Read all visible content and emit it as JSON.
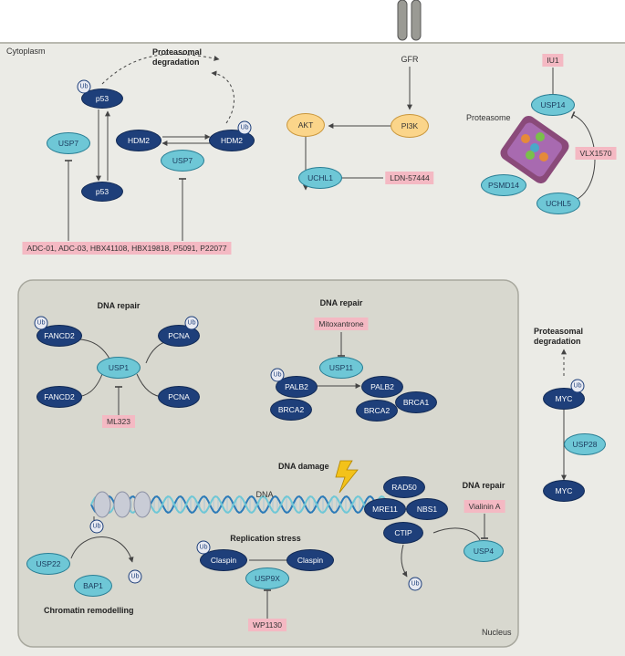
{
  "labels": {
    "cytoplasm": "Cytoplasm",
    "nucleus": "Nucleus",
    "gfr": "GFR",
    "proteasome": "Proteasome",
    "proteasomal_degradation_1": "Proteasomal degradation",
    "proteasomal_degradation_2": "Proteasomal degradation",
    "dna_repair_1": "DNA repair",
    "dna_repair_2": "DNA repair",
    "dna_repair_3": "DNA repair",
    "dna_damage": "DNA damage",
    "dna": "DNA",
    "replication_stress": "Replication stress",
    "chromatin_remodelling": "Chromatin remodelling"
  },
  "nodes": {
    "p53_top": "p53",
    "usp7_a": "USP7",
    "p53_bottom": "p53",
    "hdm2_left": "HDM2",
    "hdm2_right": "HDM2",
    "usp7_b": "USP7",
    "akt": "AKT",
    "pi3k": "PI3K",
    "uchl1": "UCHL1",
    "usp14": "USP14",
    "psmd14": "PSMD14",
    "uchl5": "UCHL5",
    "fancd2_top": "FANCD2",
    "pcna_top": "PCNA",
    "usp1": "USP1",
    "fancd2_bottom": "FANCD2",
    "pcna_bottom": "PCNA",
    "usp11": "USP11",
    "palb2_left": "PALB2",
    "brca2_left": "BRCA2",
    "palb2_right": "PALB2",
    "brca1": "BRCA1",
    "brca2_right": "BRCA2",
    "myc_top": "MYC",
    "usp28": "USP28",
    "myc_bottom": "MYC",
    "rad50": "RAD50",
    "mre11": "MRE11",
    "nbs1": "NBS1",
    "ctip": "CTIP",
    "usp4": "USP4",
    "usp22": "USP22",
    "bap1": "BAP1",
    "claspin_left": "Claspin",
    "claspin_right": "Claspin",
    "usp9x": "USP9X"
  },
  "inhibitors": {
    "usp7_drugs": "ADC-01, ADC-03, HBX41108, HBX19818, P5091, P22077",
    "ldn": "LDN-57444",
    "iu1": "IU1",
    "vlx1570": "VLX1570",
    "mitoxantrone": "Mitoxantrone",
    "ml323": "ML323",
    "vialinin": "Vialinin A",
    "wp1130": "WP1130"
  },
  "ub": "Ub",
  "colors": {
    "dark_node": "#1e3f7a",
    "light_node": "#6ec7d6",
    "orange_node": "#fbd58a",
    "inhibitor_box": "#f4b9c3",
    "cytoplasm_bg": "#ebebe6",
    "nucleus_bg": "#d8d8cf",
    "dna_strand_1": "#2b7ab8",
    "dna_strand_2": "#6ec7d6"
  }
}
